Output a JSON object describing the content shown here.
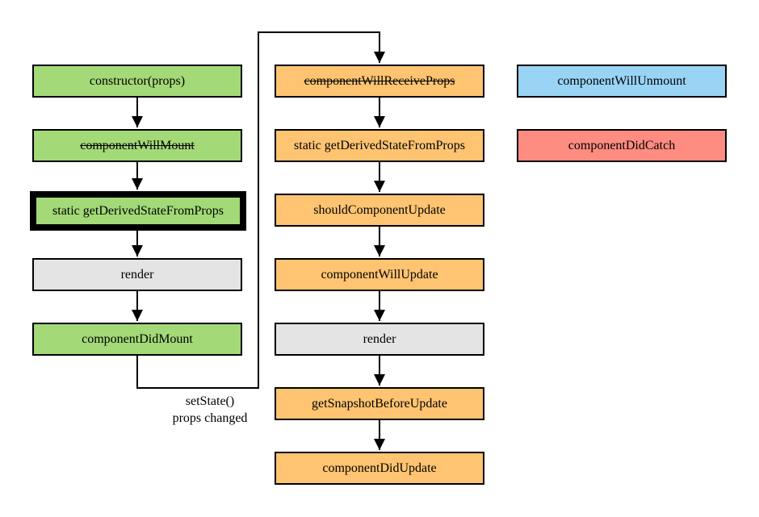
{
  "mount": {
    "constructor": "constructor(props)",
    "will_mount": "componentWillMount",
    "derived_state": "static getDerivedStateFromProps",
    "render": "render",
    "did_mount": "componentDidMount"
  },
  "update": {
    "will_receive_props": "componentWillReceiveProps",
    "derived_state": "static getDerivedStateFromProps",
    "should_update": "shouldComponentUpdate",
    "will_update": "componentWillUpdate",
    "render": "render",
    "snapshot": "getSnapshotBeforeUpdate",
    "did_update": "componentDidUpdate"
  },
  "other": {
    "will_unmount": "componentWillUnmount",
    "did_catch": "componentDidCatch"
  },
  "transition": {
    "line1": "setState()",
    "line2": "props changed"
  },
  "colors": {
    "mount": "#a3d977",
    "update": "#ffc471",
    "render": "#e4e4e4",
    "unmount": "#99d4f5",
    "error": "#ff8c80"
  }
}
